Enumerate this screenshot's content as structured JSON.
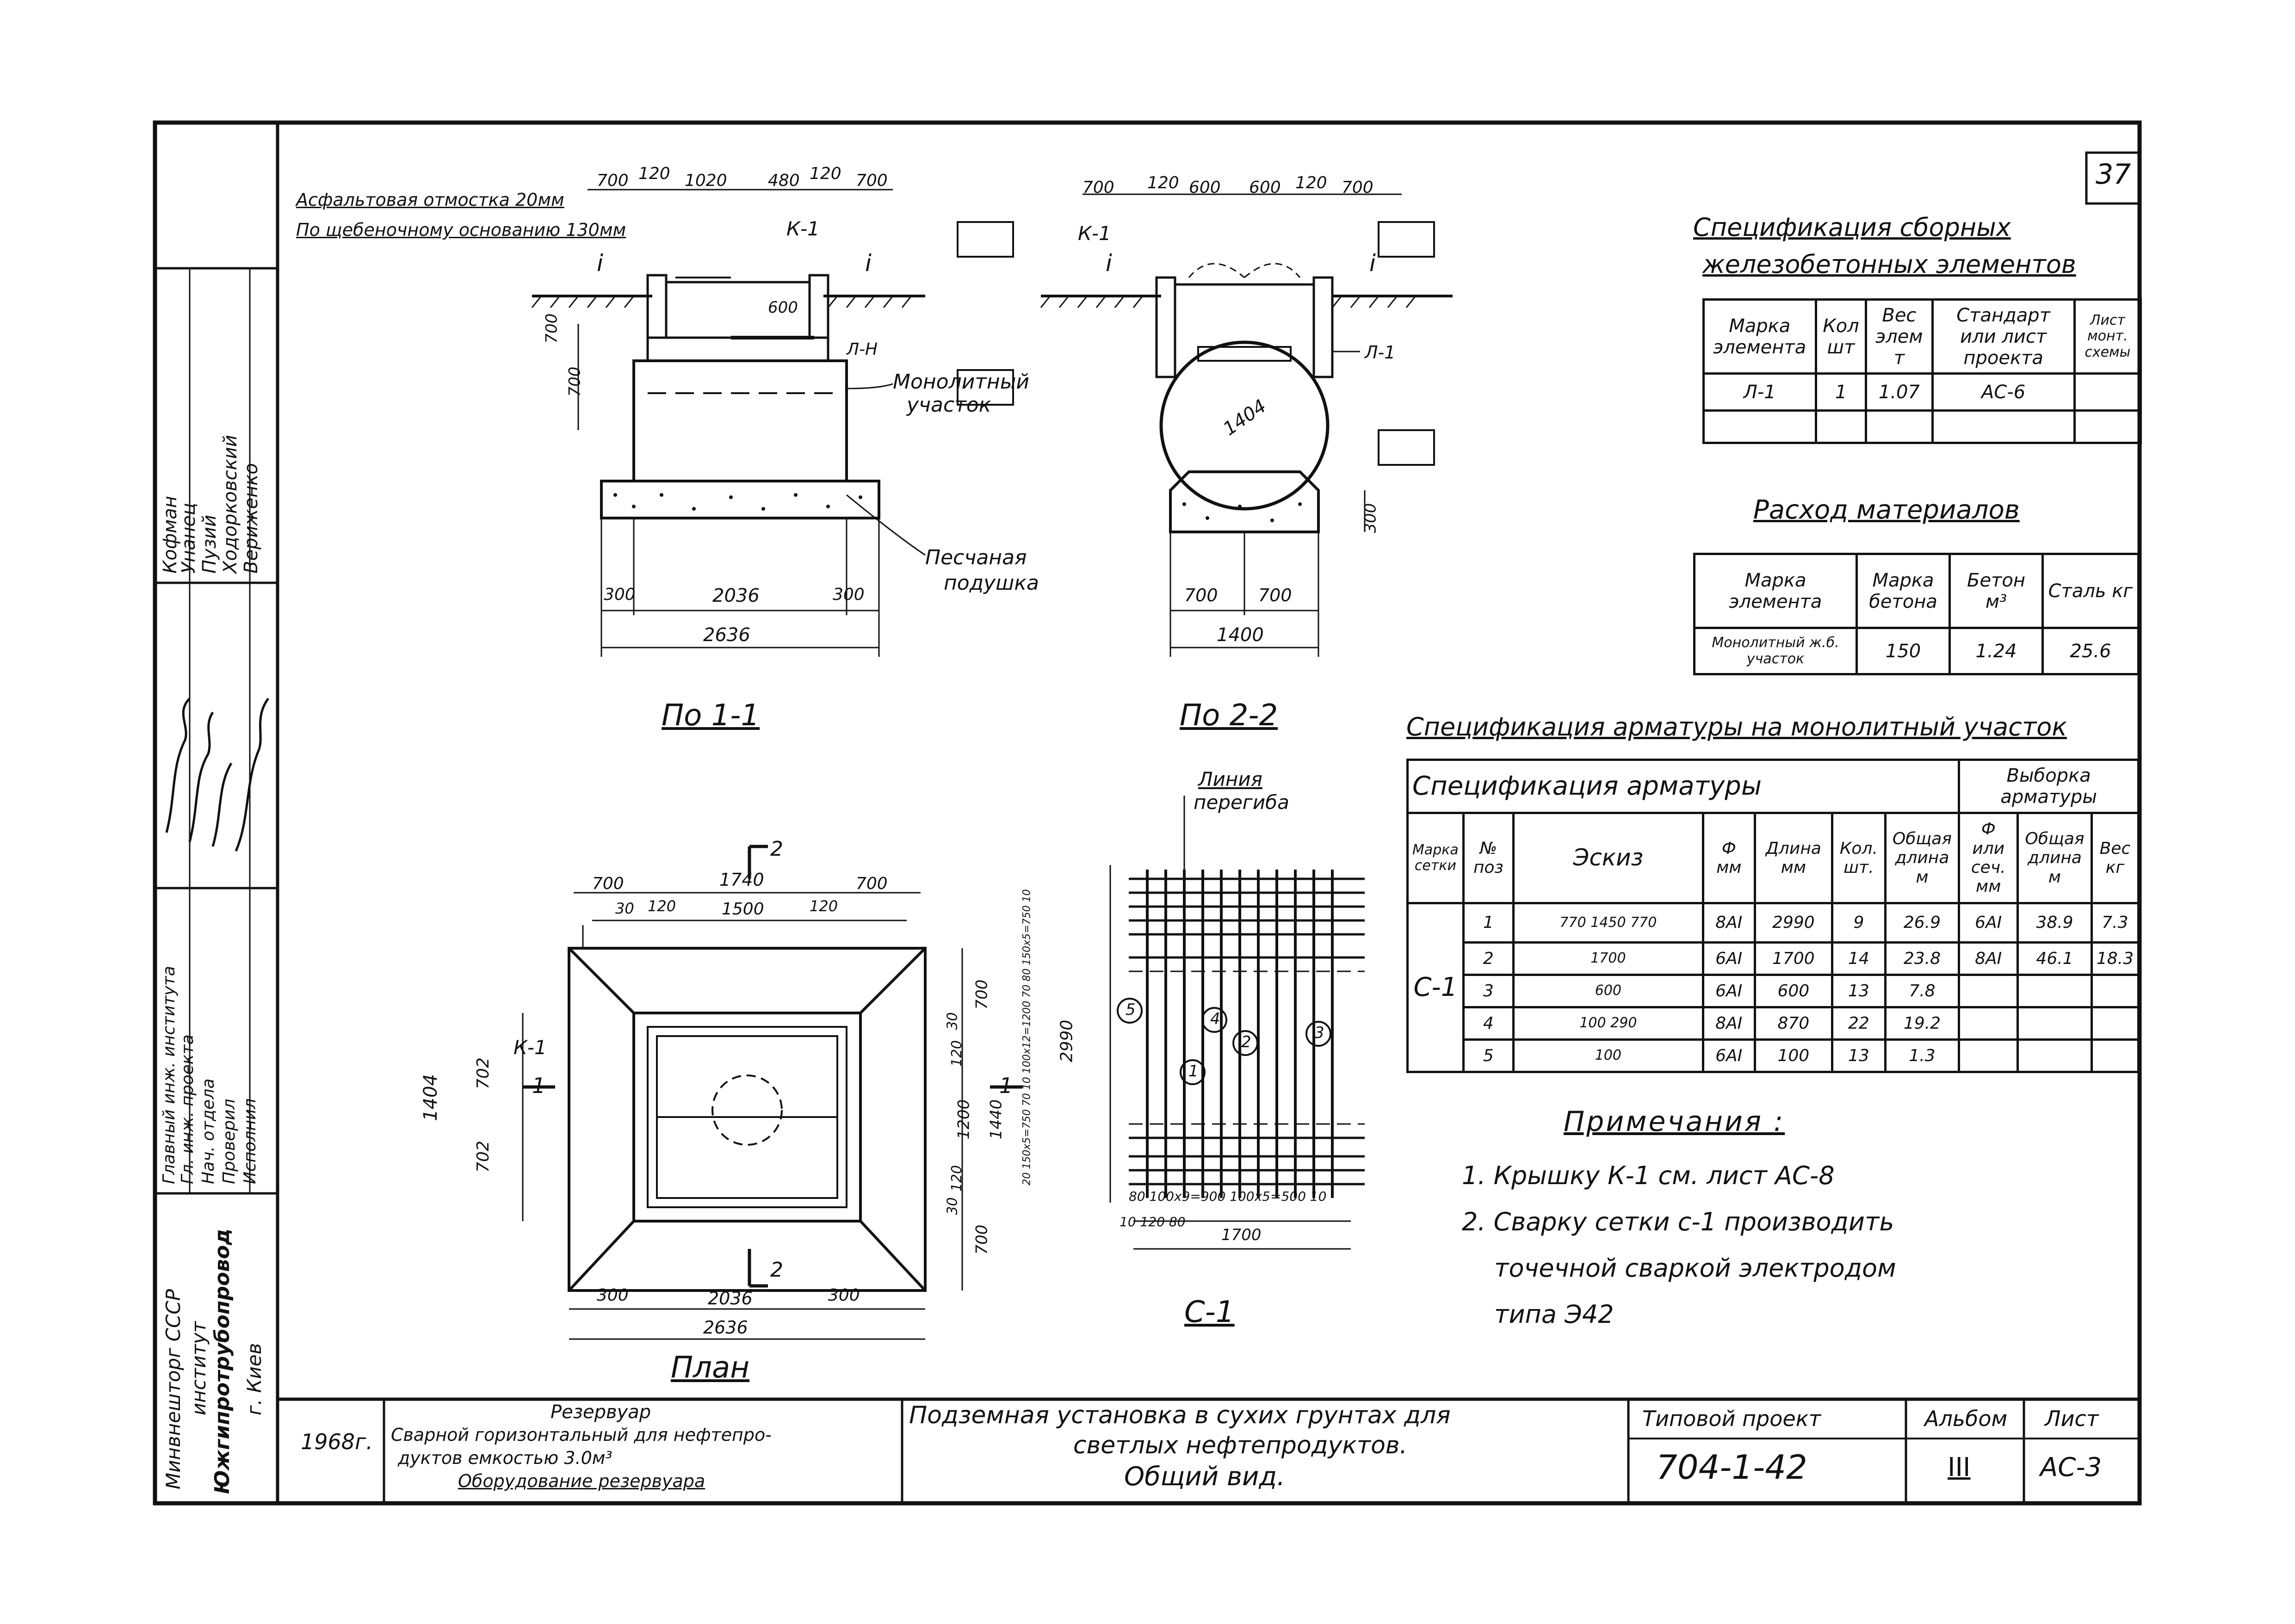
{
  "sheet_number": "37",
  "section_1_1": {
    "title": "По 1-1",
    "top_dims": [
      "700",
      "120",
      "1020",
      "480",
      "120",
      "700"
    ],
    "note_line1": "Асфальтовая отмостка 20мм",
    "note_line2": "По щебеночному основанию 130мм",
    "k1": "К-1",
    "dim_600": "600",
    "dim_700": "700",
    "dim_700b": "700",
    "lh": "Л-Н",
    "slope": "i",
    "monolith_1": "Монолитный",
    "monolith_2": "участок",
    "sand_1": "Песчаная",
    "sand_2": "подушка",
    "bottom_dims": [
      "300",
      "2036",
      "300"
    ],
    "total": "2636"
  },
  "section_2_2": {
    "title": "По 2-2",
    "top_dims": [
      "700",
      "120",
      "600",
      "600",
      "120",
      "700"
    ],
    "k1": "К-1",
    "l1": "Л-1",
    "diameter": "1404",
    "dim_300": "300",
    "bottom_dims": [
      "700",
      "700"
    ],
    "total": "1400"
  },
  "plan": {
    "title": "План",
    "top_total": "1740",
    "top_dims": [
      "700",
      "30",
      "120",
      "1500",
      "120",
      "700"
    ],
    "k1": "К-1",
    "left_dims": [
      "1404",
      "702",
      "702"
    ],
    "right_dims": [
      "700",
      "30",
      "120",
      "1200",
      "1440",
      "120",
      "30",
      "700"
    ],
    "bottom_dims": [
      "300",
      "2036",
      "300"
    ],
    "total": "2636",
    "cut_1": "1",
    "cut_2": "2"
  },
  "mesh": {
    "title": "С-1",
    "label_1": "Линия",
    "label_2": "перегиба",
    "height": "2990",
    "left_dims": "20 150х5=750 70 10 100х12=1200 70 80 150х5=750 10",
    "bottom_dims_1": "80 100х9=900 100х5=500 10",
    "bottom_dims_2": "10 120 80",
    "width": "1700",
    "positions": [
      "1",
      "2",
      "3",
      "4",
      "5"
    ]
  },
  "spec_precast": {
    "title_1": "Спецификация сборных",
    "title_2": "железобетонных элементов",
    "headers": [
      "Марка элемента",
      "Кол шт",
      "Вес элем т",
      "Стандарт или лист проекта",
      "Лист монт. схемы"
    ],
    "rows": [
      [
        "Л-1",
        "1",
        "1.07",
        "АС-6",
        ""
      ]
    ]
  },
  "materials": {
    "title": "Расход материалов",
    "headers": [
      "Марка элемента",
      "Марка бетона",
      "Бетон м³",
      "Сталь кг"
    ],
    "rows": [
      [
        "Монолитный ж.б. участок",
        "150",
        "1.24",
        "25.6"
      ]
    ]
  },
  "spec_rebar": {
    "title": "Спецификация арматуры на монолитный участок",
    "group_header": "Спецификация арматуры",
    "selection_header": "Выборка арматуры",
    "headers": [
      "Марка сетки",
      "№ поз",
      "Эскиз",
      "Ф мм",
      "Длина мм",
      "Кол. шт.",
      "Общая длина м",
      "Ф или сеч. мм",
      "Общая длина м",
      "Вес кг"
    ],
    "mark": "С-1",
    "rows": [
      [
        "1",
        "770 1450 770",
        "8АI",
        "2990",
        "9",
        "26.9",
        "6АI",
        "38.9",
        "7.3"
      ],
      [
        "2",
        "1700",
        "6АI",
        "1700",
        "14",
        "23.8",
        "8АI",
        "46.1",
        "18.3"
      ],
      [
        "3",
        "600",
        "6АI",
        "600",
        "13",
        "7.8",
        "",
        "",
        ""
      ],
      [
        "4",
        "100 290",
        "8АI",
        "870",
        "22",
        "19.2",
        "",
        "",
        ""
      ],
      [
        "5",
        "100",
        "6АI",
        "100",
        "13",
        "1.3",
        "",
        "",
        ""
      ]
    ]
  },
  "notes": {
    "title": "Примечания :",
    "items": [
      "1. Крышку К-1 см. лист АС-8",
      "2. Сварку сетки с-1 производить",
      "точечной сваркой электродом",
      "типа Э42"
    ]
  },
  "title_block": {
    "year": "1968г.",
    "object_1": "Резервуар",
    "object_2": "Сварной горизонтальный для нефтепро-",
    "object_3": "дуктов емкостью 3.0м³",
    "object_4": "Оборудование резервуара",
    "name_1": "Подземная установка в сухих грунтах для",
    "name_2": "светлых нефтепродуктов.",
    "name_3": "Общий вид.",
    "project_label": "Типовой проект",
    "project_number": "704-1-42",
    "album_label": "Альбом",
    "album_value": "III",
    "sheet_label": "Лист",
    "sheet_value": "АС-3"
  },
  "side_block": {
    "org_1": "Минвнешторг СССР",
    "org_2": "институт",
    "org_3": "Южгипротрубопровод",
    "city": "г. Киев",
    "roles": [
      "Главный инж. института",
      "Гл. инж. проекта",
      "Нач. отдела",
      "Проверил",
      "Исполнил"
    ],
    "names": [
      "Кофман",
      "Унанец",
      "Пузий",
      "Ходорковский",
      "Вериженко"
    ]
  }
}
